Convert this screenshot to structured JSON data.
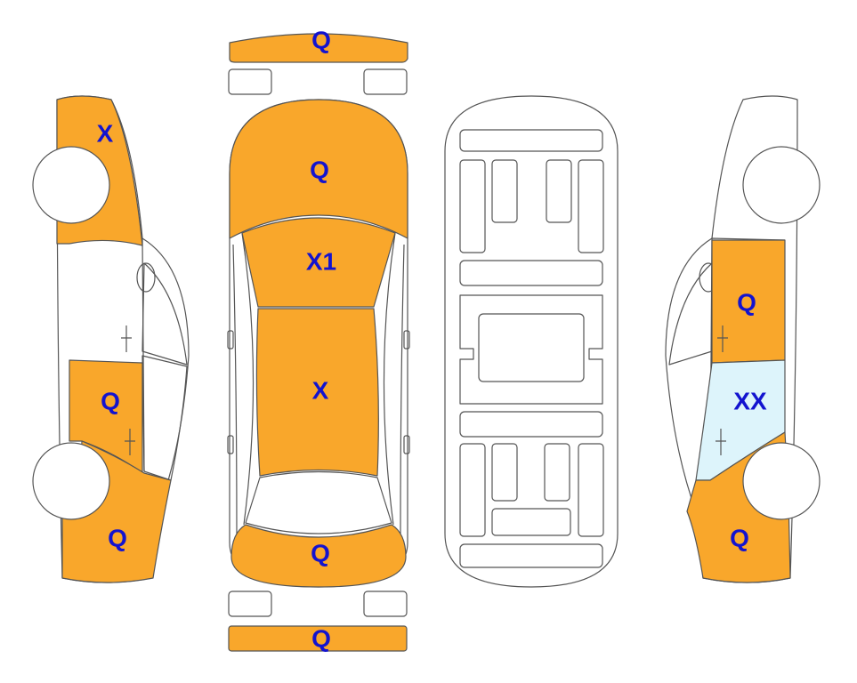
{
  "colors": {
    "damaged": "#F9A72B",
    "glass_damaged": "#DDF4FB",
    "label": "#1313CF",
    "outline": "#555555"
  },
  "panels": {
    "front_bumper": "Q",
    "hood": "Q",
    "windshield": "X1",
    "roof": "X",
    "trunk": "Q",
    "rear_bumper": "Q",
    "left_front_fender": "X",
    "left_rear_door": "Q",
    "left_rear_quarter": "Q",
    "right_front_door": "Q",
    "right_rear_door_glass": "XX",
    "right_rear_quarter": "Q"
  }
}
